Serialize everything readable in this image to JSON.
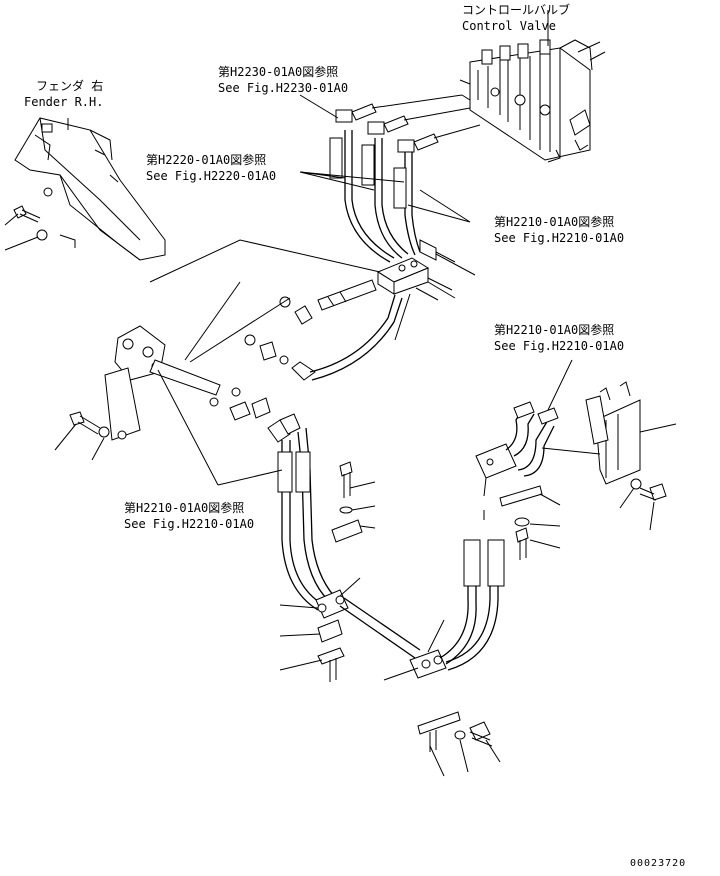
{
  "labels": {
    "control_valve_jp": "コントロールバルブ",
    "control_valve_en": "Control Valve",
    "fender_jp": "フェンダ 右",
    "fender_en": "Fender R.H.",
    "ref_h2230_jp": "第H2230-01A0図参照",
    "ref_h2230_en": "See Fig.H2230-01A0",
    "ref_h2220_jp": "第H2220-01A0図参照",
    "ref_h2220_en": "See Fig.H2220-01A0",
    "ref_h2210_a_jp": "第H2210-01A0図参照",
    "ref_h2210_a_en": "See Fig.H2210-01A0",
    "ref_h2210_b_jp": "第H2210-01A0図参照",
    "ref_h2210_b_en": "See Fig.H2210-01A0",
    "ref_h2210_c_jp": "第H2210-01A0図参照",
    "ref_h2210_c_en": "See Fig.H2210-01A0",
    "drawing_number": "00023720"
  }
}
